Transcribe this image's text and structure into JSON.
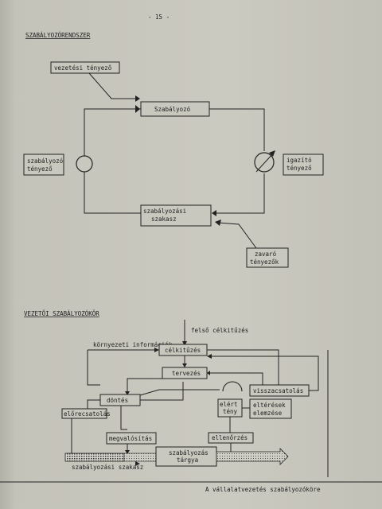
{
  "page_number": "- 15 -",
  "section1": {
    "title": "SZABÁLYOZÓRENDSZER",
    "vezetesi_tenyezo": "vezetési tényező",
    "szabalyozo": "Szabályozó",
    "szabalyozo_tenyezo": [
      "szabályozó",
      "tényező"
    ],
    "igazito_tenyezo": [
      "igazító",
      "tényező"
    ],
    "szabalyozasi_szakasz": [
      "szabályozási",
      "szakasz"
    ],
    "zavaro_tenyezok": [
      "zavaró",
      "tényezők"
    ]
  },
  "section2": {
    "title": "VEZETŐI SZABÁLYOZÓKÖR",
    "felso_celkituzes": "felső célkitűzés",
    "kornyezeti_informaciok": "környezeti információk",
    "celkituzes": "célkitűzés",
    "tervezes": "tervezés",
    "dontes": "döntés",
    "elorecsatolas": "előrecsatolás",
    "megvalositas": "megvalósítás",
    "visszacsatolas": "visszacsatolás",
    "elert_teny": [
      "elért",
      "tény"
    ],
    "eltereseK_elemzese": [
      "eltérések",
      "elemzése"
    ],
    "ellenorzes": "ellenőrzés",
    "szabalyozas_targya": [
      "szabályozás",
      "tárgya"
    ],
    "szabalyozasi_szakasz": "szabályozási szakasz"
  },
  "caption": "A vállalatvezetés szabályozóköre"
}
